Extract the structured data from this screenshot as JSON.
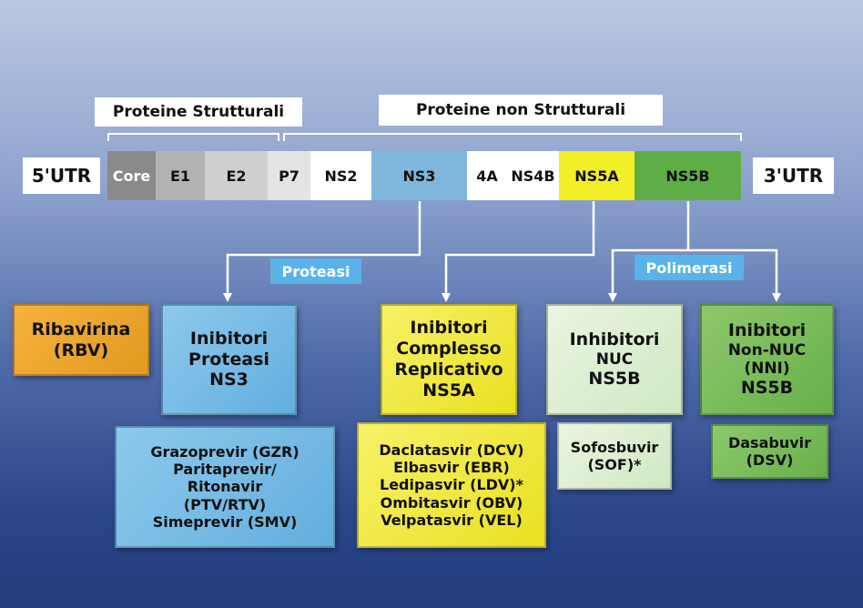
{
  "headers": {
    "structural": "Proteine Strutturali",
    "non_structural": "Proteine non Strutturali"
  },
  "genome": {
    "utr5": "5'UTR",
    "utr3": "3'UTR",
    "segments": [
      {
        "label": "Core",
        "color": "#8a8a8a"
      },
      {
        "label": "E1",
        "color": "#b2b2b2"
      },
      {
        "label": "E2",
        "color": "#cfcfcf"
      },
      {
        "label": "P7",
        "color": "#e4e4e4"
      },
      {
        "label": "NS2",
        "color": "#ffffff"
      },
      {
        "label": "NS3",
        "color": "#7fb7dc"
      },
      {
        "label": "4A",
        "color": "#ffffff"
      },
      {
        "label": "NS4B",
        "color": "#ffffff"
      },
      {
        "label": "NS5A",
        "color": "#f2ee27"
      },
      {
        "label": "NS5B",
        "color": "#5fae45"
      }
    ]
  },
  "tags": {
    "protease": "Proteasi",
    "polymerase": "Polimerasi"
  },
  "boxes": {
    "ribavirin": [
      "Ribavirina",
      "(RBV)"
    ],
    "protease_inhibitors": [
      "Inibitori",
      "Proteasi",
      "NS3"
    ],
    "ns5a_inhibitors": [
      "Inibitori",
      "Complesso",
      "Replicativo",
      "NS5A"
    ],
    "nuc": [
      "Inhibitori",
      "NUC",
      "NS5B"
    ],
    "non_nuc": [
      "Inibitori",
      "Non-NUC",
      "(NNI)",
      "NS5B"
    ]
  },
  "drugs": {
    "protease": [
      "Grazoprevir (GZR)",
      "Paritaprevir/",
      "Ritonavir",
      "(PTV/RTV)",
      "Simeprevir (SMV)"
    ],
    "ns5a": [
      "Daclatasvir (DCV)",
      "Elbasvir (EBR)",
      "Ledipasvir (LDV)*",
      "Ombitasvir (OBV)",
      "Velpatasvir (VEL)"
    ],
    "nuc": [
      "Sofosbuvir",
      "(SOF)*"
    ],
    "non_nuc": [
      "Dasabuvir",
      "(DSV)"
    ]
  }
}
